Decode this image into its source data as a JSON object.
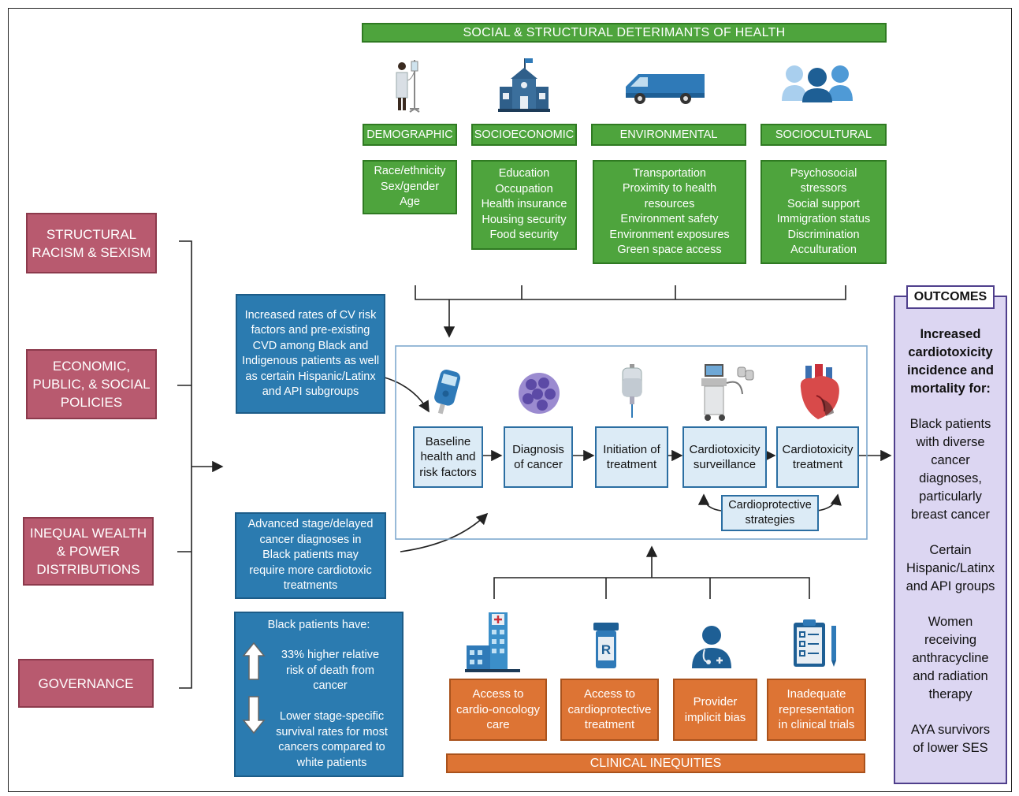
{
  "sdoh": {
    "title": "SOCIAL & STRUCTURAL DETERIMANTS OF HEALTH",
    "categories": [
      {
        "label": "DEMOGRAPHIC",
        "items": "Race/ethnicity\nSex/gender\nAge",
        "icon": "patient-iv-icon"
      },
      {
        "label": "SOCIOECONOMIC",
        "items": "Education\nOccupation\nHealth insurance\nHousing security\nFood security",
        "icon": "school-building-icon"
      },
      {
        "label": "ENVIRONMENTAL",
        "items": "Transportation\nProximity to health\nresources\nEnvironment safety\nEnvironment exposures\nGreen space access",
        "icon": "van-icon"
      },
      {
        "label": "SOCIOCULTURAL",
        "items": "Psychosocial\nstressors\nSocial support\nImmigration status\nDiscrimination\nAcculturation",
        "icon": "people-group-icon"
      }
    ]
  },
  "structural": {
    "items": [
      "STRUCTURAL\nRACISM & SEXISM",
      "ECONOMIC,\nPUBLIC, & SOCIAL\nPOLICIES",
      "INEQUAL WEALTH\n& POWER\nDISTRIBUTIONS",
      "GOVERNANCE"
    ]
  },
  "notes": {
    "cv_risk": "Increased rates of CV risk\nfactors and pre-existing\nCVD among Black and\nIndigenous patients as well\nas certain Hispanic/Latinx\nand API subgroups",
    "advanced_stage": "Advanced stage/delayed\ncancer diagnoses in\nBlack patients may\nrequire more  cardiotoxic\ntreatments",
    "black_patients": {
      "heading": "Black patients have:",
      "up": "33% higher relative\nrisk of death from\ncancer",
      "down": "Lower stage-specific\nsurvival rates for most\ncancers compared to\nwhite patients"
    }
  },
  "pathway": {
    "steps": [
      {
        "label": "Baseline\nhealth and\nrisk factors",
        "icon": "glucometer-icon"
      },
      {
        "label": "Diagnosis\nof cancer",
        "icon": "cancer-cell-icon"
      },
      {
        "label": "Initiation of\ntreatment",
        "icon": "iv-bag-icon"
      },
      {
        "label": "Cardiotoxicity\nsurveillance",
        "icon": "ultrasound-machine-icon"
      },
      {
        "label": "Cardiotoxicity\ntreatment",
        "icon": "heart-icon"
      }
    ],
    "cardioprotective": "Cardioprotective\nstrategies"
  },
  "clinical": {
    "title": "CLINICAL INEQUITIES",
    "items": [
      {
        "label": "Access to\ncardio-oncology\ncare",
        "icon": "hospital-icon"
      },
      {
        "label": "Access to\ncardioprotective\ntreatment",
        "icon": "prescription-bottle-icon"
      },
      {
        "label": "Provider\nimplicit bias",
        "icon": "doctor-icon"
      },
      {
        "label": "Inadequate\nrepresentation\nin clinical trials",
        "icon": "clipboard-icon"
      }
    ]
  },
  "outcomes": {
    "title": "OUTCOMES",
    "headline": "Increased\ncardiotoxicity\nincidence and\nmortality for:",
    "groups": [
      "Black patients\nwith diverse\ncancer\ndiagnoses,\nparticularly\nbreast cancer",
      "Certain\nHispanic/Latinx\nand API groups",
      "Women\nreceiving\nanthracycline\nand radiation\ntherapy",
      "AYA survivors\nof lower SES"
    ]
  },
  "colors": {
    "green": "#4ea43d",
    "mauve": "#b85a6f",
    "blue": "#2b7bb0",
    "light_blue": "#dcebf6",
    "orange": "#dd7434",
    "outcomes_bg": "#dcd6f2",
    "outcomes_border": "#4f3f8c"
  }
}
